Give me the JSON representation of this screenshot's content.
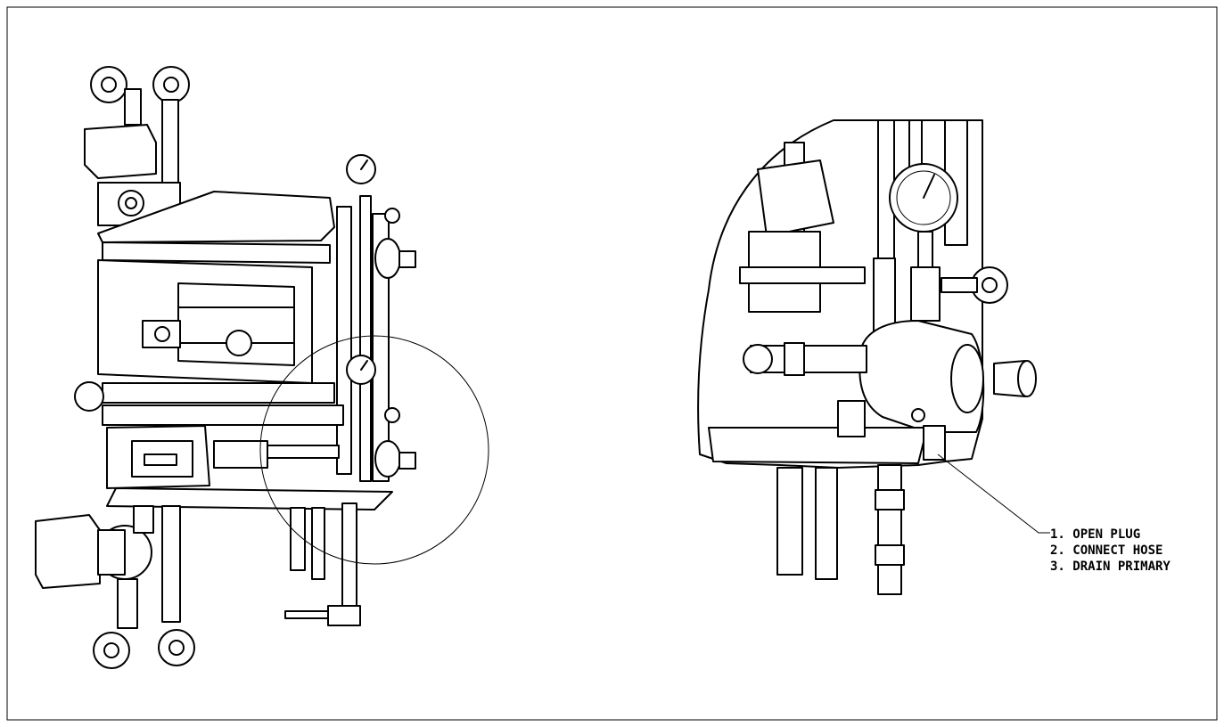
{
  "callout": {
    "steps": [
      "1. OPEN PLUG",
      "2. CONNECT HOSE",
      "3. DRAIN PRIMARY"
    ]
  },
  "colors": {
    "ink": "#000000",
    "paper": "#ffffff"
  },
  "icons": {
    "pressure_gauge": "pressure-gauge-icon",
    "valve_handwheel": "valve-handwheel-icon",
    "pump": "circulation-pump-icon"
  }
}
